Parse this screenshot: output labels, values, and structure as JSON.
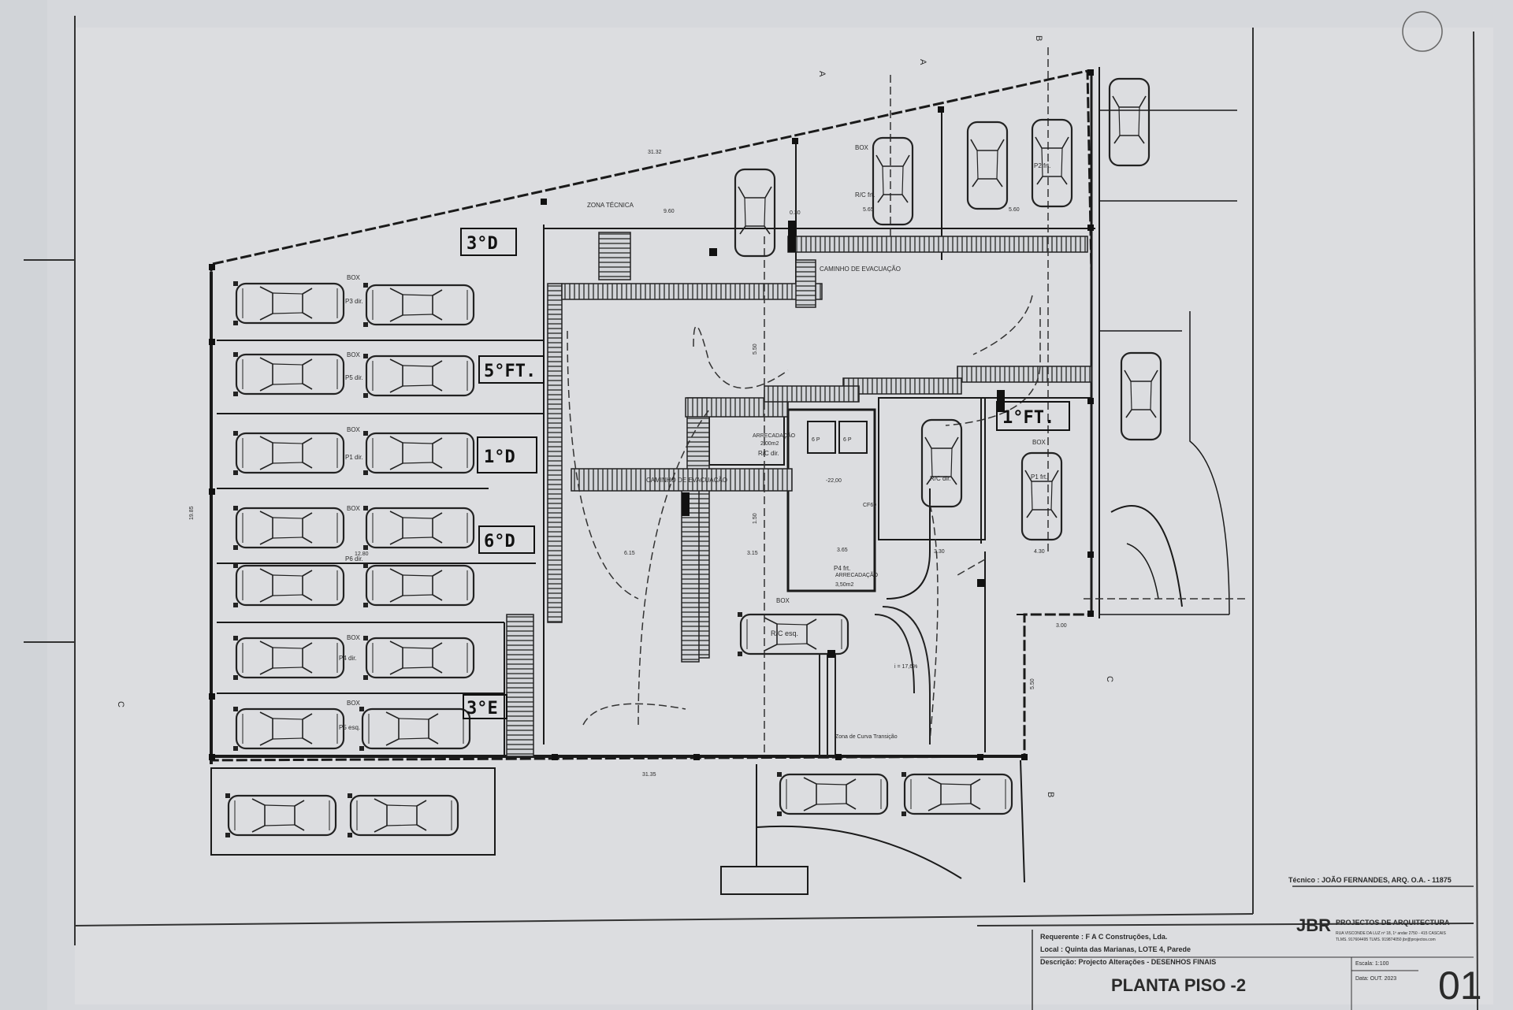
{
  "drawing": {
    "labels": {
      "zona_tecnica": "ZONA TÉCNICA",
      "caminho_evacuacao": "CAMINHO DE EVACUAÇÃO",
      "box": "BOX",
      "p2_frt": "P2 frt.",
      "rc_frt": "R/C frt.",
      "p3_dir": "P3 dir.",
      "p5_dir": "P5 dir.",
      "p1_dir": "P1 dir.",
      "p6_dir": "P6 dir.",
      "p4_dir": "P4 dir.",
      "p5_esq": "P5 esq.",
      "p1_frt": "P1 frt.",
      "rc_dir": "R/C dir.",
      "rc_esq": "R/C esq.",
      "p4_frt": "P4 frt.",
      "arrecadacao": "ARRECADAÇÃO",
      "arrec_area_1": "2,00m2",
      "arrec_area_2": "3,50m2",
      "lift": "6 P",
      "cf60": "CF60",
      "level": "-22,00",
      "slope": "i = 17,6%",
      "transition": "Zona de Curva Transição"
    },
    "dimensions": {
      "d_9_60": "9.60",
      "d_0_30": "0.30",
      "d_5_65": "5.65",
      "d_5_60": "5.60",
      "d_31_32": "31.32",
      "d_5_50": "5.50",
      "d_3_00": "3.00",
      "d_12_80": "12.80",
      "d_6_15": "6.15",
      "d_3_15": "3.15",
      "d_3_65": "3.65",
      "d_3_30": "3.30",
      "d_4_30": "4.30",
      "d_31_35": "31.35",
      "d_1_50": "1.50",
      "d_19_85": "19.85",
      "d_5_50_b": "5.50"
    },
    "section_marks": {
      "a": "A",
      "b": "B",
      "c": "C"
    },
    "handwritten": {
      "n1": "3°D",
      "n2": "5°FT.",
      "n3": "1°D",
      "n4": "6°D",
      "n5": "3°E",
      "n6": "1°FT."
    }
  },
  "title_block": {
    "tecnico": "Técnico : JOÃO FERNANDES, ARQ.   O.A. - 11875",
    "firm_short": "JBR",
    "firm_name": "PROJECTOS DE ARQUITECTURA",
    "firm_address": "RUA VISCONDE DA LUZ nº 18, 1º andar  2750 - 415  CASCAIS",
    "firm_contact": "TLMS. 917604495  TLMS. 919874050  jbr@projectos.com",
    "requerente": "Requerente : F A C  Construções, Lda.",
    "local": "Local : Quinta das Marianas, LOTE 4, Parede",
    "descricao": "Descrição: Projecto Alterações - DESENHOS FINAIS",
    "escala": "Escala: 1:100",
    "data": "Data: OUT. 2023",
    "sheet_title": "PLANTA PISO -2",
    "sheet_number": "01"
  }
}
